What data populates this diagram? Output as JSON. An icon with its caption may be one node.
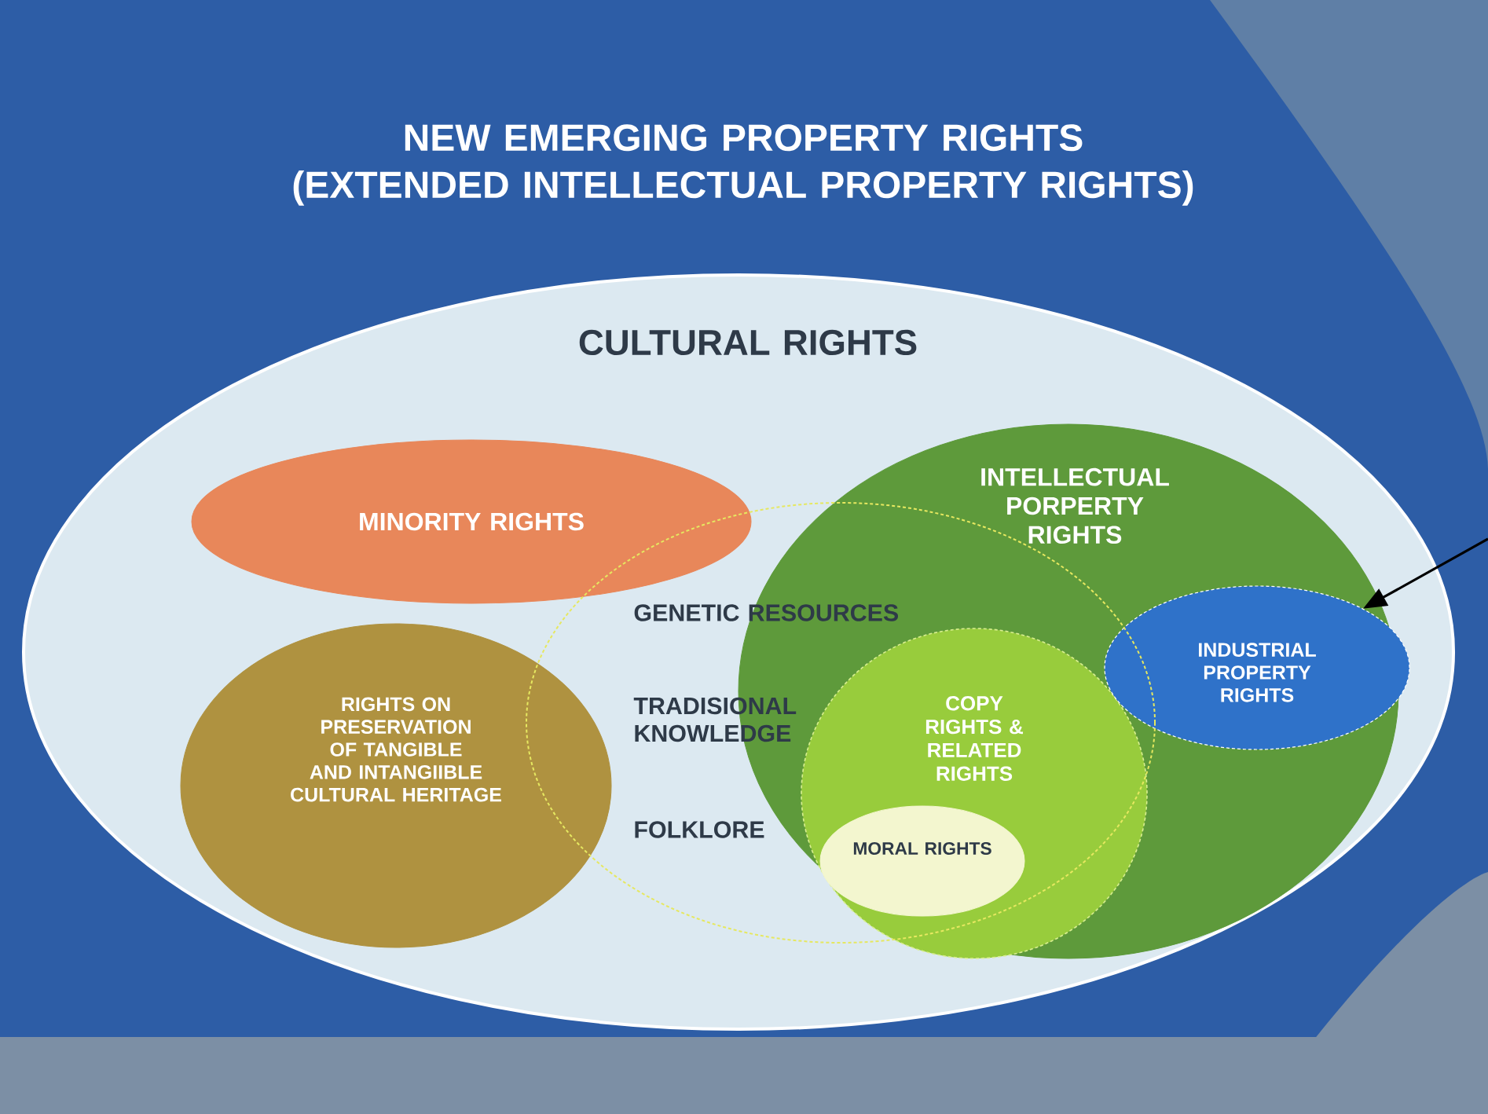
{
  "diagram": {
    "title": "NEW EMERGING PROPERTY RIGHTS (EXTENDED INTELLECTUAL PROPERTY RIGHTS)",
    "nodes": [
      {
        "text": [
          "CULTURAL RIGHTS"
        ]
      },
      {
        "text": [
          "MINORITY RIGHTS"
        ],
        "in": 0
      },
      {
        "text": [
          "RIGHTS ON PRESERVATION OF TANGIBLE AND INTANGIIBLE CULTURAL HERITAGE"
        ],
        "in": 0
      },
      {
        "text": [
          "GENETIC RESOURCES",
          "TRADISIONAL KNOWLEDGE",
          "FOLKLORE"
        ],
        "in": 0
      },
      {
        "text": [
          "INTELLECTUAL PORPERTY RIGHTS"
        ],
        "in": 0
      },
      {
        "text": [
          "COPY RIGHTS & RELATED RIGHTS"
        ]
      },
      {
        "text": [
          "MORAL RIGHTS"
        ],
        "in": 5
      },
      {
        "text": [
          "INDUSTRIAL PROPERTY RIGHTS"
        ],
        "in": 4
      }
    ],
    "edges": [
      {
        "from": null,
        "to": 7,
        "arrow": "to"
      }
    ]
  }
}
